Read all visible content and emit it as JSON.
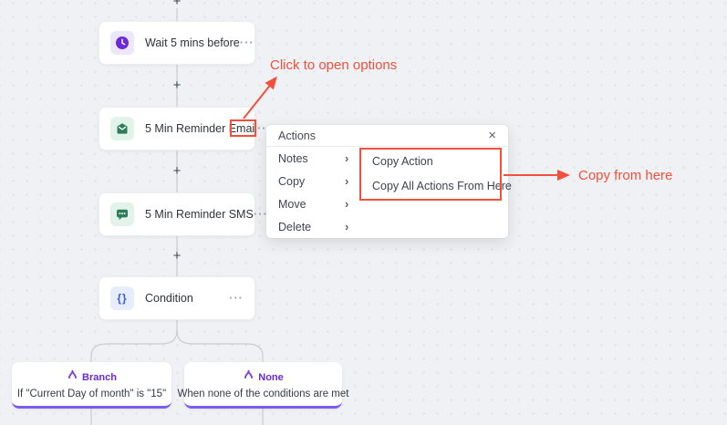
{
  "ui": {
    "plus": "+",
    "ellipsis": "···",
    "close": "×",
    "chevron": "›"
  },
  "colors": {
    "canvas_bg": "#f0f1f4",
    "annotation_red": "#f0503c",
    "node_purple": "#6d28d9",
    "node_green": "#2e7d58",
    "node_blue": "#3b5bdb",
    "branch_accent": "#7e5bef"
  },
  "nodes": [
    {
      "label": "Wait 5 mins before",
      "icon": "clock-icon"
    },
    {
      "label": "5 Min Reminder Email",
      "icon": "email-icon"
    },
    {
      "label": "5 Min Reminder SMS",
      "icon": "sms-icon"
    },
    {
      "label": "Condition",
      "icon": "curly-braces-icon",
      "glyph": "{}"
    }
  ],
  "branches": [
    {
      "title": "Branch",
      "subtitle": "If \"Current Day of month\" is \"15\""
    },
    {
      "title": "None",
      "subtitle": "When none of the conditions are met"
    }
  ],
  "actions_menu": {
    "title": "Actions",
    "items": [
      "Notes",
      "Copy",
      "Move",
      "Delete"
    ],
    "submenu": [
      "Copy Action",
      "Copy All Actions From Here"
    ]
  },
  "annotations": {
    "open_options": "Click to open options",
    "copy_from_here": "Copy from here"
  }
}
